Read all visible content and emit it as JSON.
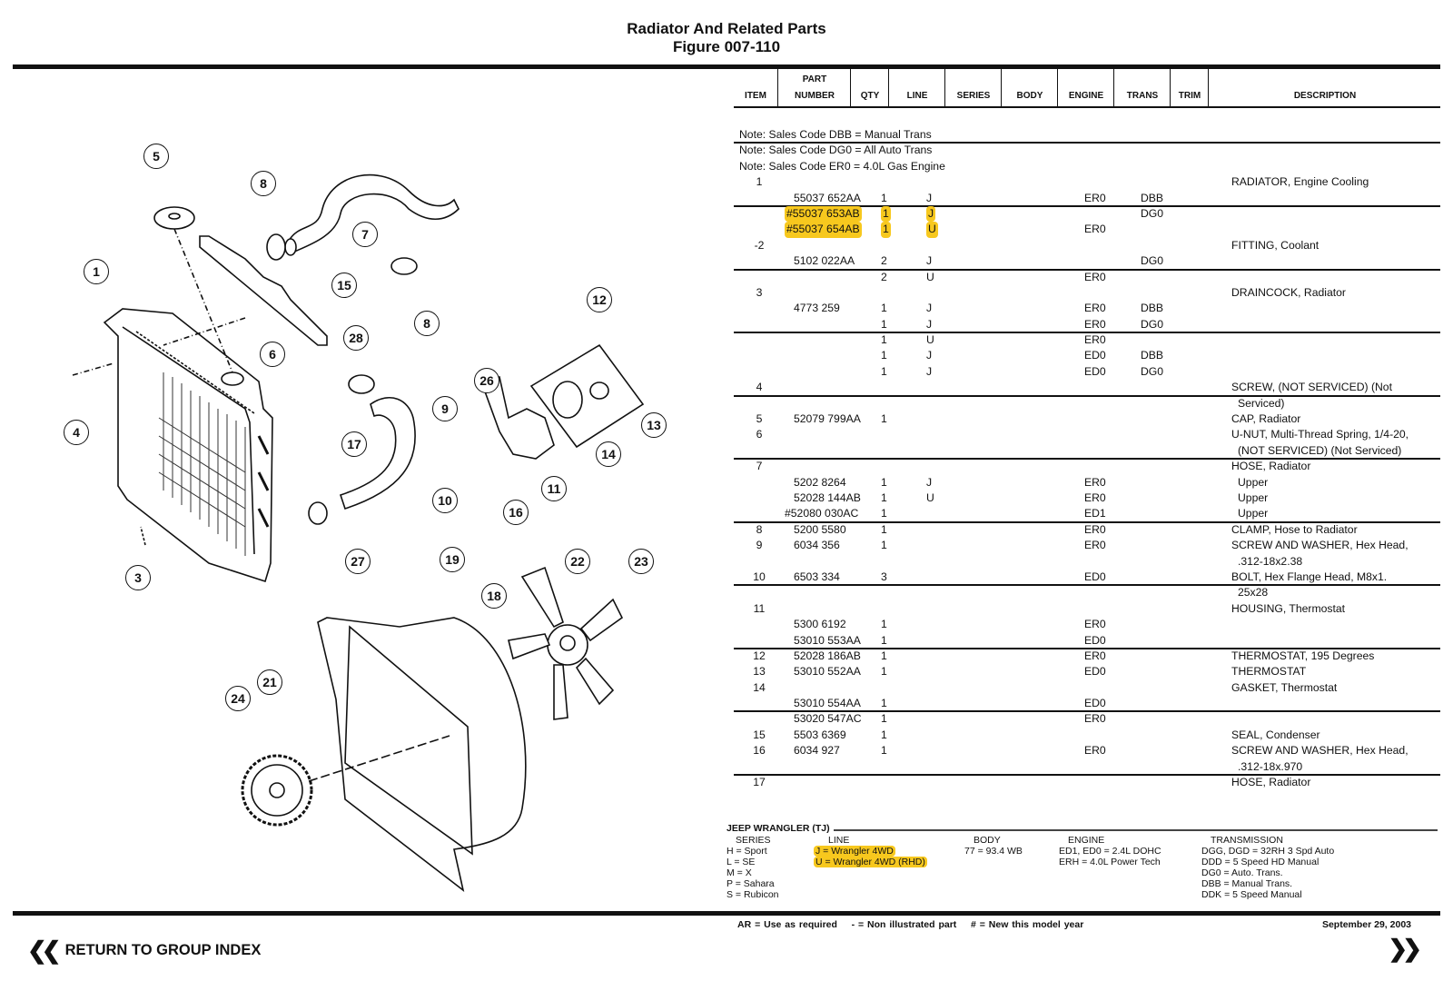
{
  "header": {
    "title": "Radiator And Related Parts",
    "figure": "Figure 007-110"
  },
  "columns": {
    "item": "ITEM",
    "part_top": "PART",
    "part": "NUMBER",
    "qty": "QTY",
    "line": "LINE",
    "series": "SERIES",
    "body": "BODY",
    "engine": "ENGINE",
    "trans": "TRANS",
    "trim": "TRIM",
    "description": "DESCRIPTION"
  },
  "notes": [
    "Note: Sales Code DBB = Manual Trans",
    "Note: Sales Code DG0 = All Auto Trans",
    "Note: Sales Code ER0 = 4.0L Gas Engine"
  ],
  "rows": [
    {
      "item": "1",
      "part": "",
      "qty": "",
      "line": "",
      "engine": "",
      "trans": "",
      "desc": "RADIATOR, Engine Cooling"
    },
    {
      "item": "",
      "part": "55037 652AA",
      "qty": "1",
      "line": "J",
      "engine": "ER0",
      "trans": "DBB",
      "desc": ""
    },
    {
      "item": "",
      "part": "#55037 653AB",
      "qty": "1",
      "line": "J",
      "engine": "",
      "trans": "DG0",
      "desc": "",
      "highlight": true
    },
    {
      "item": "",
      "part": "#55037 654AB",
      "qty": "1",
      "line": "U",
      "engine": "ER0",
      "trans": "",
      "desc": "",
      "highlight": true
    },
    {
      "item": "-2",
      "part": "",
      "qty": "",
      "line": "",
      "engine": "",
      "trans": "",
      "desc": "FITTING, Coolant"
    },
    {
      "item": "",
      "part": "5102 022AA",
      "qty": "2",
      "line": "J",
      "engine": "",
      "trans": "DG0",
      "desc": ""
    },
    {
      "item": "",
      "part": "",
      "qty": "2",
      "line": "U",
      "engine": "ER0",
      "trans": "",
      "desc": ""
    },
    {
      "item": "3",
      "part": "",
      "qty": "",
      "line": "",
      "engine": "",
      "trans": "",
      "desc": "DRAINCOCK, Radiator"
    },
    {
      "item": "",
      "part": "4773 259",
      "qty": "1",
      "line": "J",
      "engine": "ER0",
      "trans": "DBB",
      "desc": ""
    },
    {
      "item": "",
      "part": "",
      "qty": "1",
      "line": "J",
      "engine": "ER0",
      "trans": "DG0",
      "desc": ""
    },
    {
      "item": "",
      "part": "",
      "qty": "1",
      "line": "U",
      "engine": "ER0",
      "trans": "",
      "desc": ""
    },
    {
      "item": "",
      "part": "",
      "qty": "1",
      "line": "J",
      "engine": "ED0",
      "trans": "DBB",
      "desc": ""
    },
    {
      "item": "",
      "part": "",
      "qty": "1",
      "line": "J",
      "engine": "ED0",
      "trans": "DG0",
      "desc": ""
    },
    {
      "item": "4",
      "part": "",
      "qty": "",
      "line": "",
      "engine": "",
      "trans": "",
      "desc": "SCREW, (NOT SERVICED) (Not"
    },
    {
      "item": "",
      "part": "",
      "qty": "",
      "line": "",
      "engine": "",
      "trans": "",
      "desc": "Serviced)",
      "sub": true
    },
    {
      "item": "5",
      "part": "52079 799AA",
      "qty": "1",
      "line": "",
      "engine": "",
      "trans": "",
      "desc": "CAP, Radiator"
    },
    {
      "item": "6",
      "part": "",
      "qty": "",
      "line": "",
      "engine": "",
      "trans": "",
      "desc": "U-NUT, Multi-Thread Spring, 1/4-20,"
    },
    {
      "item": "",
      "part": "",
      "qty": "",
      "line": "",
      "engine": "",
      "trans": "",
      "desc": "(NOT SERVICED) (Not Serviced)",
      "sub": true
    },
    {
      "item": "7",
      "part": "",
      "qty": "",
      "line": "",
      "engine": "",
      "trans": "",
      "desc": "HOSE, Radiator"
    },
    {
      "item": "",
      "part": "5202 8264",
      "qty": "1",
      "line": "J",
      "engine": "ER0",
      "trans": "",
      "desc": "Upper",
      "sub": true
    },
    {
      "item": "",
      "part": "52028 144AB",
      "qty": "1",
      "line": "U",
      "engine": "ER0",
      "trans": "",
      "desc": "Upper",
      "sub": true
    },
    {
      "item": "",
      "part": "#52080 030AC",
      "qty": "1",
      "line": "",
      "engine": "ED1",
      "trans": "",
      "desc": "Upper",
      "sub": true
    },
    {
      "item": "8",
      "part": "5200 5580",
      "qty": "1",
      "line": "",
      "engine": "ER0",
      "trans": "",
      "desc": "CLAMP, Hose to Radiator"
    },
    {
      "item": "9",
      "part": "6034 356",
      "qty": "1",
      "line": "",
      "engine": "ER0",
      "trans": "",
      "desc": "SCREW AND WASHER, Hex Head,"
    },
    {
      "item": "",
      "part": "",
      "qty": "",
      "line": "",
      "engine": "",
      "trans": "",
      "desc": ".312-18x2.38",
      "sub": true
    },
    {
      "item": "10",
      "part": "6503 334",
      "qty": "3",
      "line": "",
      "engine": "ED0",
      "trans": "",
      "desc": "BOLT, Hex Flange Head, M8x1."
    },
    {
      "item": "",
      "part": "",
      "qty": "",
      "line": "",
      "engine": "",
      "trans": "",
      "desc": "25x28",
      "sub": true
    },
    {
      "item": "11",
      "part": "",
      "qty": "",
      "line": "",
      "engine": "",
      "trans": "",
      "desc": "HOUSING, Thermostat"
    },
    {
      "item": "",
      "part": "5300 6192",
      "qty": "1",
      "line": "",
      "engine": "ER0",
      "trans": "",
      "desc": ""
    },
    {
      "item": "",
      "part": "53010 553AA",
      "qty": "1",
      "line": "",
      "engine": "ED0",
      "trans": "",
      "desc": ""
    },
    {
      "item": "12",
      "part": "52028 186AB",
      "qty": "1",
      "line": "",
      "engine": "ER0",
      "trans": "",
      "desc": "THERMOSTAT, 195 Degrees"
    },
    {
      "item": "13",
      "part": "53010 552AA",
      "qty": "1",
      "line": "",
      "engine": "ED0",
      "trans": "",
      "desc": "THERMOSTAT"
    },
    {
      "item": "14",
      "part": "",
      "qty": "",
      "line": "",
      "engine": "",
      "trans": "",
      "desc": "GASKET, Thermostat"
    },
    {
      "item": "",
      "part": "53010 554AA",
      "qty": "1",
      "line": "",
      "engine": "ED0",
      "trans": "",
      "desc": ""
    },
    {
      "item": "",
      "part": "53020 547AC",
      "qty": "1",
      "line": "",
      "engine": "ER0",
      "trans": "",
      "desc": ""
    },
    {
      "item": "15",
      "part": "5503 6369",
      "qty": "1",
      "line": "",
      "engine": "",
      "trans": "",
      "desc": "SEAL, Condenser"
    },
    {
      "item": "16",
      "part": "6034 927",
      "qty": "1",
      "line": "",
      "engine": "ER0",
      "trans": "",
      "desc": "SCREW AND WASHER, Hex Head,"
    },
    {
      "item": "",
      "part": "",
      "qty": "",
      "line": "",
      "engine": "",
      "trans": "",
      "desc": ".312-18x.970",
      "sub": true
    },
    {
      "item": "17",
      "part": "",
      "qty": "",
      "line": "",
      "engine": "",
      "trans": "",
      "desc": "HOSE, Radiator"
    }
  ],
  "legend": {
    "heading": "JEEP WRANGLER (TJ)",
    "series": {
      "title": "SERIES",
      "items": [
        "H = Sport",
        "L = SE",
        "M = X",
        "P = Sahara",
        "S = Rubicon"
      ]
    },
    "line": {
      "title": "LINE",
      "items": [
        "J = Wrangler 4WD",
        "U = Wrangler 4WD (RHD)"
      ]
    },
    "body": {
      "title": "BODY",
      "items": [
        "77 = 93.4 WB"
      ]
    },
    "engine": {
      "title": "ENGINE",
      "items": [
        "ED1, ED0 = 2.4L DOHC",
        "ERH = 4.0L Power Tech"
      ]
    },
    "transmission": {
      "title": "TRANSMISSION",
      "items": [
        "DGG, DGD = 32RH 3 Spd Auto",
        "DDD = 5 Speed HD Manual",
        "DG0 = Auto. Trans.",
        "DBB = Manual Trans.",
        "DDK = 5 Speed Manual"
      ]
    }
  },
  "footer": {
    "notes": "AR = Use as required    - = Non illustrated part    # = New this model year",
    "date": "September 29, 2003",
    "return_label": "RETURN TO GROUP INDEX",
    "prev_icon": "double-chevron-left",
    "next_icon": "double-chevron-right"
  },
  "highlight_color": "#f7c81e",
  "callouts": [
    "1",
    "3",
    "4",
    "5",
    "6",
    "7",
    "8",
    "8",
    "9",
    "10",
    "11",
    "12",
    "13",
    "14",
    "15",
    "16",
    "17",
    "18",
    "19",
    "21",
    "22",
    "23",
    "24",
    "26",
    "27",
    "28"
  ]
}
